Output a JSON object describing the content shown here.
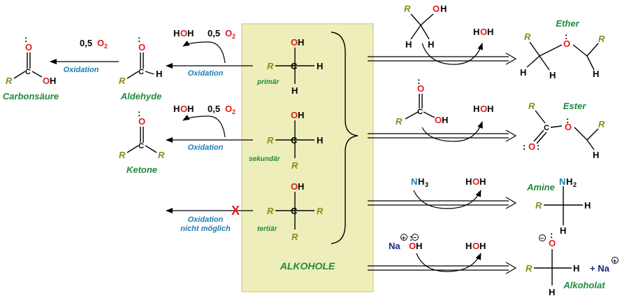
{
  "colors": {
    "panel_fill": "#eeeebb",
    "panel_stroke": "#d9d98f",
    "oxygen": "#e21a1a",
    "r_group": "#8c8a1a",
    "nitrogen": "#1a7fb0",
    "label_green": "#1f8a3c",
    "label_blue": "#1a7fb0",
    "sodium": "#1a237e",
    "cross": "#e21a1a"
  },
  "atoms": {
    "O": "O",
    "H": "H",
    "R": "R",
    "C": "C",
    "N": "N",
    "NH": "NH",
    "sub2": "2",
    "sub3": "3",
    "Na": "Na",
    "plus": "+",
    "minus": "–",
    "lone_pair": ":"
  },
  "reagents": {
    "water_prefix": "H",
    "water_o": "O",
    "water_suffix": "H",
    "oxygen_coef": "0,5",
    "oxygen_mol": "O",
    "oxygen_sub": "2",
    "plus_na": "+ Na"
  },
  "labels": {
    "carbonsaeure": "Carbonsäure",
    "aldehyde": "Aldehyde",
    "ketone": "Ketone",
    "oxidation": "Oxidation",
    "oxidation_not_line1": "Oxidation",
    "oxidation_not_line2": "nicht möglich",
    "primaer": "primär",
    "sekundaer": "sekundär",
    "tertiaer": "tertiär",
    "alkohole": "ALKOHOLE",
    "ether": "Ether",
    "ester": "Ester",
    "amine": "Amine",
    "alkoholat": "Alkoholat",
    "cross": "X"
  }
}
